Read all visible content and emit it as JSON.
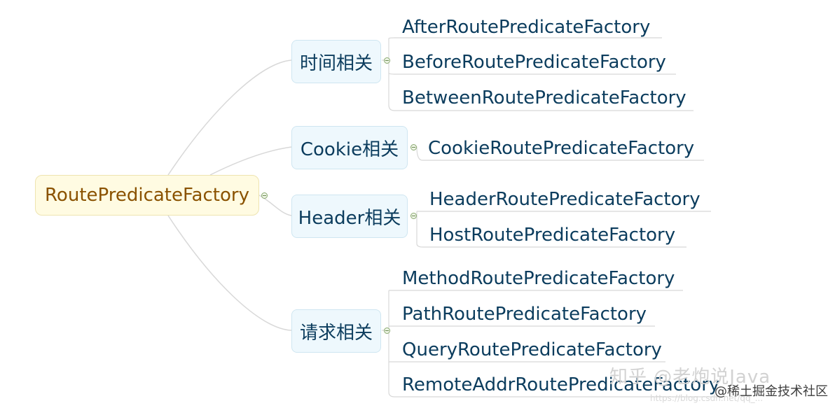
{
  "root": {
    "label": "RoutePredicateFactory"
  },
  "categories": [
    {
      "label": "时间相关",
      "items": [
        "AfterRoutePredicateFactory",
        "BeforeRoutePredicateFactory",
        "BetweenRoutePredicateFactory"
      ]
    },
    {
      "label": "Cookie相关",
      "items": [
        "CookieRoutePredicateFactory"
      ]
    },
    {
      "label": "Header相关",
      "items": [
        "HeaderRoutePredicateFactory",
        "HostRoutePredicateFactory"
      ]
    },
    {
      "label": "请求相关",
      "items": [
        "MethodRoutePredicateFactory",
        "PathRoutePredicateFactory",
        "QueryRoutePredicateFactory",
        "RemoteAddrRoutePredicateFactory"
      ]
    }
  ],
  "watermark": {
    "main": "知乎 @老炮说Java",
    "sub": "https://blog.csdn.net/qq_...",
    "community": "@稀土掘金技术社区"
  },
  "colors": {
    "root_bg": "#fffbe2",
    "category_bg": "#eef8fd",
    "text": "#0b3c5d",
    "root_text": "#8a5200"
  }
}
